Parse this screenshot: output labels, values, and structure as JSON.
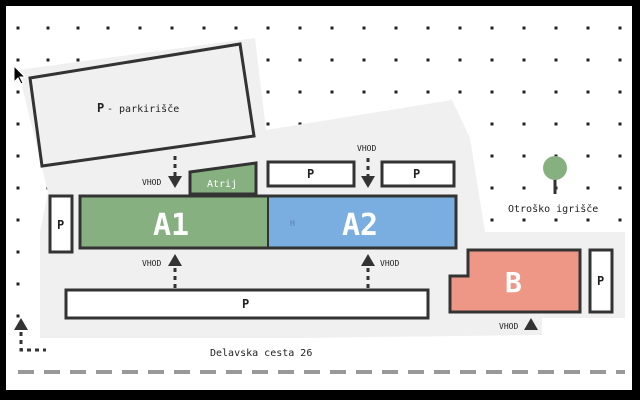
{
  "map": {
    "parking_lot_letter": "P",
    "parking_lot_text": " - parkirišče",
    "parking_letter": "P",
    "atrium": "Atrij",
    "building_a1": "A1",
    "building_a2": "A2",
    "building_b": "B",
    "joint_mark": "H",
    "entrance": "VHOD",
    "playground": "Otroško igrišče",
    "street": "Delavska cesta 26"
  },
  "colors": {
    "a1": "#86b07f",
    "a2": "#7aaee0",
    "b": "#ef9787",
    "ground": "#f0f0f0",
    "outline": "#333333",
    "tree": "#86b07f"
  }
}
